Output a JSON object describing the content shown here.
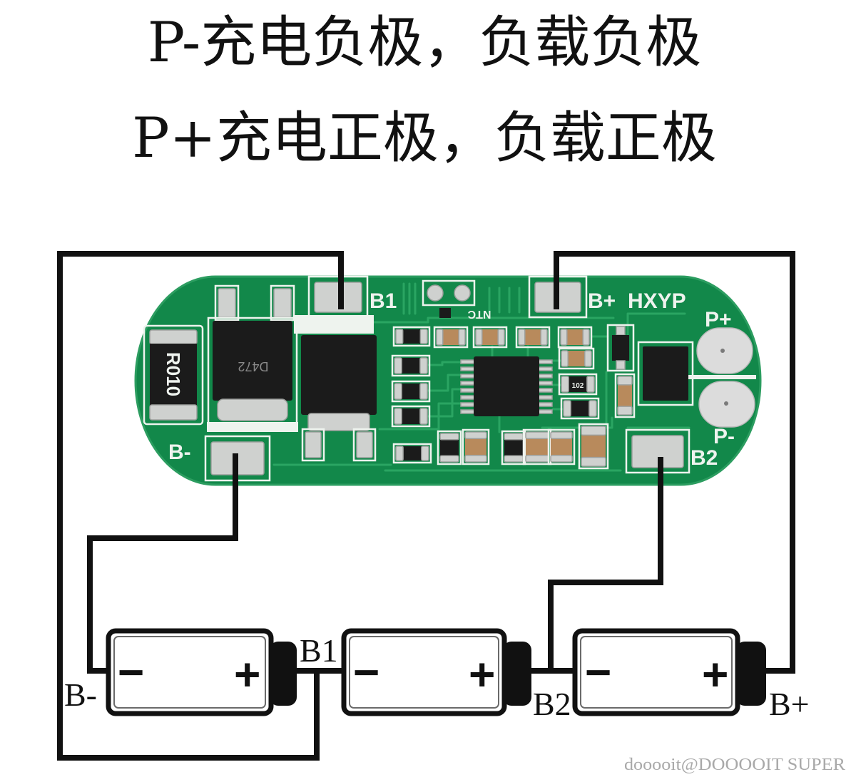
{
  "title": {
    "line1": "P-充电负极，负载负极",
    "line2": "P+充电正极，负载正极"
  },
  "pcb": {
    "pad_b1": "B1",
    "pad_b_plus": "B+",
    "brand": "HXYP",
    "pad_p_plus": "P+",
    "pad_p_minus": "P-",
    "pad_b2": "B2",
    "pad_b_minus": "B-",
    "ntc": "NTC",
    "shunt_resistor": "R010",
    "mosfet_marking": "D472",
    "resistor_code": "102"
  },
  "batteries": [
    {
      "negative": "−",
      "positive": "+"
    },
    {
      "negative": "−",
      "positive": "+"
    },
    {
      "negative": "−",
      "positive": "+"
    }
  ],
  "nodes": {
    "b_minus": "B-",
    "b1": "B1",
    "b2": "B2",
    "b_plus": "B+"
  },
  "watermark": "dooooit@DOOOOIT SUPER",
  "colors": {
    "pcb": "#12884a",
    "trace": "#2aa562",
    "silk": "#eef3ee",
    "pad": "#cfd1cf",
    "chip": "#1b1b1b",
    "cap": "#b88a5c",
    "wire": "#111111"
  }
}
